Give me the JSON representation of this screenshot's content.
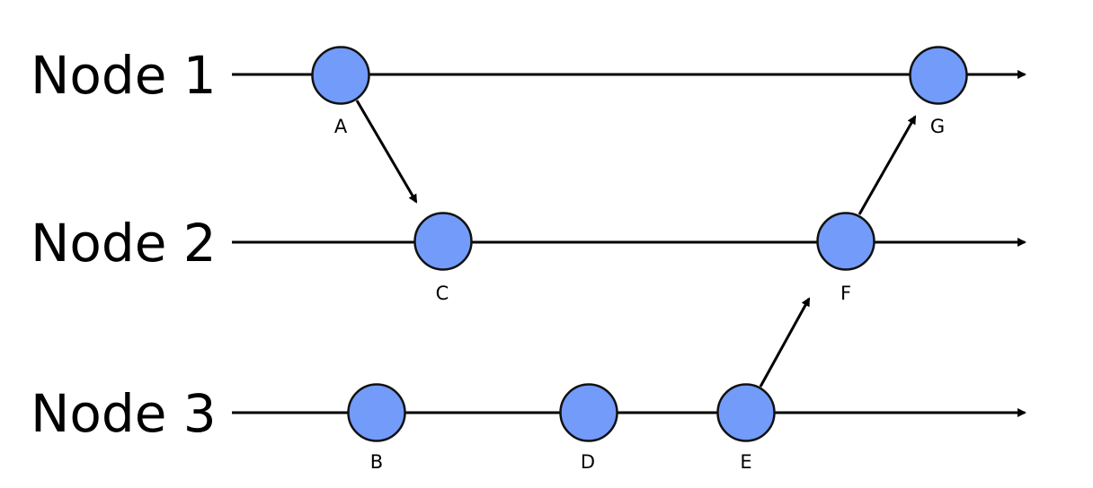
{
  "diagram": {
    "nodes": [
      {
        "id": "n1",
        "label": "Node 1"
      },
      {
        "id": "n2",
        "label": "Node 2"
      },
      {
        "id": "n3",
        "label": "Node 3"
      }
    ],
    "events": [
      {
        "id": "A",
        "label": "A",
        "node": "n1"
      },
      {
        "id": "G",
        "label": "G",
        "node": "n1"
      },
      {
        "id": "C",
        "label": "C",
        "node": "n2"
      },
      {
        "id": "F",
        "label": "F",
        "node": "n2"
      },
      {
        "id": "B",
        "label": "B",
        "node": "n3"
      },
      {
        "id": "D",
        "label": "D",
        "node": "n3"
      },
      {
        "id": "E",
        "label": "E",
        "node": "n3"
      }
    ],
    "messages": [
      {
        "from": "A",
        "to": "C"
      },
      {
        "from": "E",
        "to": "F"
      },
      {
        "from": "F",
        "to": "G"
      }
    ],
    "colors": {
      "event_fill": "#729bfa",
      "event_stroke": "#111111",
      "line": "#000000"
    }
  }
}
